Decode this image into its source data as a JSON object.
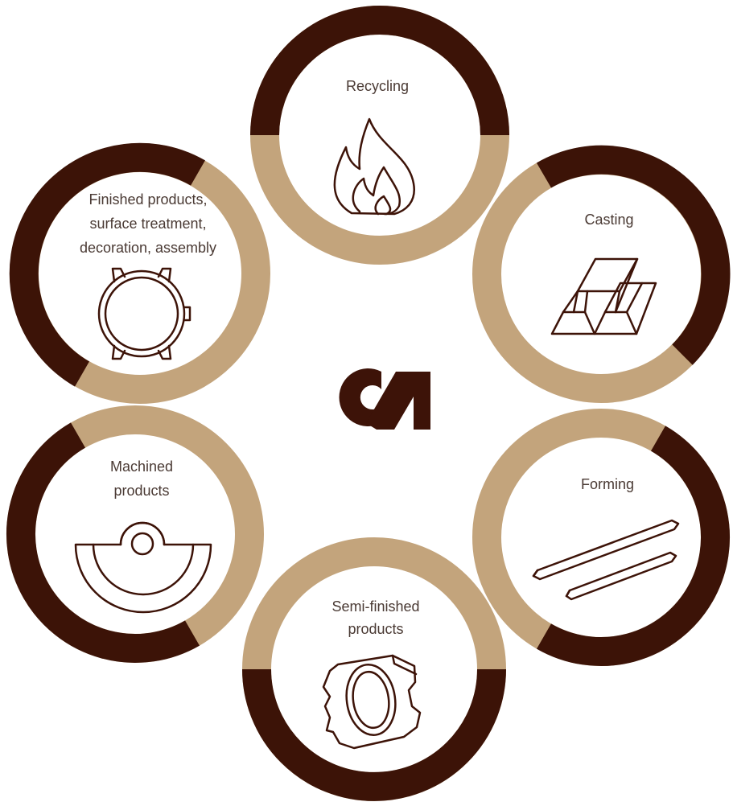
{
  "colors": {
    "dark": "#3c1307",
    "tan": "#c3a47c",
    "icon": "#3d1308",
    "text": "#4a3a34"
  },
  "logo": {
    "text": "CM"
  },
  "stages": [
    {
      "id": "recycling",
      "icon": "flame-icon",
      "lines": [
        "Recycling"
      ]
    },
    {
      "id": "casting",
      "icon": "gold-bars-icon",
      "lines": [
        "Casting"
      ]
    },
    {
      "id": "forming",
      "icon": "metal-strips-icon",
      "lines": [
        "Forming"
      ]
    },
    {
      "id": "semi-finished",
      "icon": "raw-watch-case-icon",
      "lines": [
        "Semi-finished",
        "products"
      ]
    },
    {
      "id": "machined",
      "icon": "rotor-icon",
      "lines": [
        "Machined",
        "products"
      ]
    },
    {
      "id": "finished",
      "icon": "watch-case-icon",
      "lines": [
        "Finished products,",
        "surface treatment,",
        "decoration, assembly"
      ]
    }
  ]
}
